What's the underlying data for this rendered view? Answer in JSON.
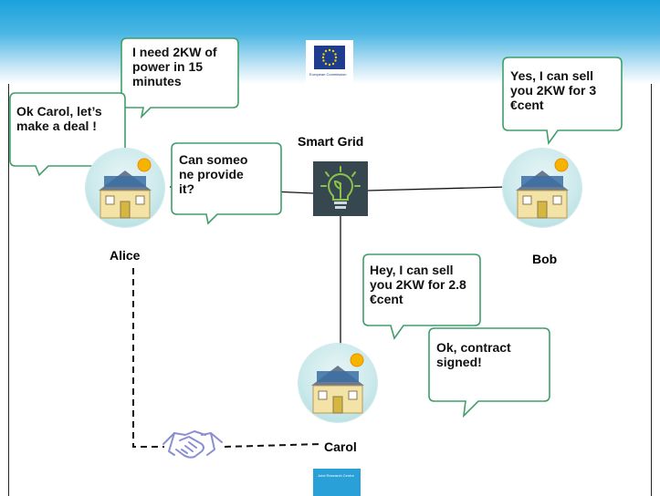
{
  "header": {
    "ec_logo_text": "European Commission",
    "jrc_logo_text": "Joint Research Centre"
  },
  "hub": {
    "label": "Smart Grid",
    "icon": "lightbulb-leaf-icon"
  },
  "nodes": {
    "alice": {
      "label": "Alice",
      "icon": "solar-house-icon"
    },
    "bob": {
      "label": "Bob",
      "icon": "solar-house-icon"
    },
    "carol": {
      "label": "Carol",
      "icon": "solar-house-icon"
    }
  },
  "bubbles": {
    "alice_need": "I need 2KW of power in 15 minutes",
    "alice_deal": "Ok Carol, let’s make a deal !",
    "alice_ask": "Can someo ne provide it?",
    "bob_offer": "Yes, I can sell you 2KW for 3 €cent",
    "carol_offer": "Hey, I can sell you 2KW for 2.8 €cent",
    "contract": "Ok, contract signed!"
  },
  "contract_icon": "handshake-icon",
  "colors": {
    "bubble_border": "#3f9f6b",
    "header_blue": "#1aa2dc",
    "hub_bg": "#37474f",
    "hub_icon": "#8bc34a",
    "handshake": "#8a8fcf"
  }
}
